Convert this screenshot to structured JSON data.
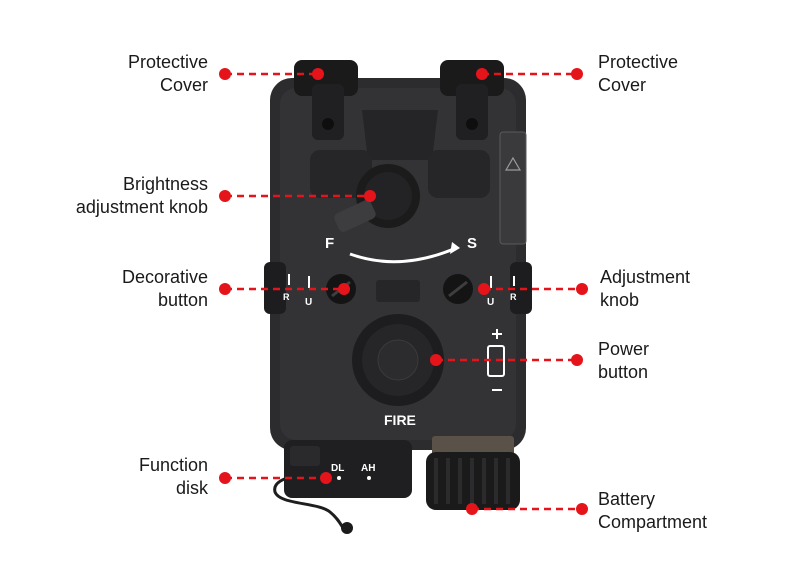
{
  "colors": {
    "accent": "#e5141b",
    "device_body": "#2c2c2e",
    "device_dark": "#161617",
    "label_text": "#1a1a1a"
  },
  "device": {
    "fire_label": "FIRE",
    "selector_f": "F",
    "selector_s": "S",
    "left_switch_r": "R",
    "left_switch_u": "U",
    "right_switch_u": "U",
    "right_switch_r": "R",
    "mode_dl": "DL",
    "mode_ah": "AH"
  },
  "callouts": {
    "protective_cover_left": [
      "Protective",
      "Cover"
    ],
    "protective_cover_right": [
      "Protective",
      "Cover"
    ],
    "brightness_knob": [
      "Brightness",
      "adjustment knob"
    ],
    "decorative_button": [
      "Decorative",
      "button"
    ],
    "adjustment_knob": [
      "Adjustment",
      "knob"
    ],
    "power_button": [
      "Power",
      "button"
    ],
    "function_disk": [
      "Function",
      "disk"
    ],
    "battery_compartment": [
      "Battery",
      "Compartment"
    ]
  }
}
